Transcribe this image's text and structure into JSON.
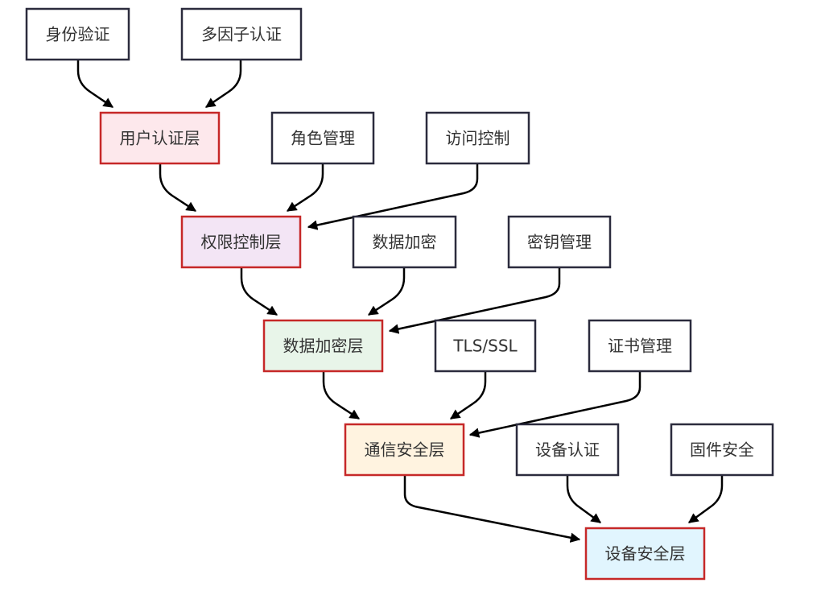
{
  "nodes": {
    "identity_verification": {
      "label": "身份验证",
      "fill": "#ffffff",
      "stroke": "#2b2b3d"
    },
    "mfa": {
      "label": "多因子认证",
      "fill": "#ffffff",
      "stroke": "#2b2b3d"
    },
    "user_auth_layer": {
      "label": "用户认证层",
      "fill": "#fde8ec",
      "stroke": "#c62828"
    },
    "role_management": {
      "label": "角色管理",
      "fill": "#ffffff",
      "stroke": "#2b2b3d"
    },
    "access_control": {
      "label": "访问控制",
      "fill": "#ffffff",
      "stroke": "#2b2b3d"
    },
    "permission_layer": {
      "label": "权限控制层",
      "fill": "#f3e5f5",
      "stroke": "#c62828"
    },
    "data_encryption": {
      "label": "数据加密",
      "fill": "#ffffff",
      "stroke": "#2b2b3d"
    },
    "key_management": {
      "label": "密钥管理",
      "fill": "#ffffff",
      "stroke": "#2b2b3d"
    },
    "encryption_layer": {
      "label": "数据加密层",
      "fill": "#e8f5e9",
      "stroke": "#c62828"
    },
    "tls_ssl": {
      "label": "TLS/SSL",
      "fill": "#ffffff",
      "stroke": "#2b2b3d"
    },
    "cert_management": {
      "label": "证书管理",
      "fill": "#ffffff",
      "stroke": "#2b2b3d"
    },
    "comm_layer": {
      "label": "通信安全层",
      "fill": "#fff3e0",
      "stroke": "#c62828"
    },
    "device_auth": {
      "label": "设备认证",
      "fill": "#ffffff",
      "stroke": "#2b2b3d"
    },
    "firmware_security": {
      "label": "固件安全",
      "fill": "#ffffff",
      "stroke": "#2b2b3d"
    },
    "device_layer": {
      "label": "设备安全层",
      "fill": "#e1f5fe",
      "stroke": "#c62828"
    }
  },
  "edges": [
    {
      "from": "identity_verification",
      "to": "user_auth_layer"
    },
    {
      "from": "mfa",
      "to": "user_auth_layer"
    },
    {
      "from": "user_auth_layer",
      "to": "permission_layer"
    },
    {
      "from": "role_management",
      "to": "permission_layer"
    },
    {
      "from": "access_control",
      "to": "permission_layer"
    },
    {
      "from": "permission_layer",
      "to": "encryption_layer"
    },
    {
      "from": "data_encryption",
      "to": "encryption_layer"
    },
    {
      "from": "key_management",
      "to": "encryption_layer"
    },
    {
      "from": "encryption_layer",
      "to": "comm_layer"
    },
    {
      "from": "tls_ssl",
      "to": "comm_layer"
    },
    {
      "from": "cert_management",
      "to": "comm_layer"
    },
    {
      "from": "comm_layer",
      "to": "device_layer"
    },
    {
      "from": "device_auth",
      "to": "device_layer"
    },
    {
      "from": "firmware_security",
      "to": "device_layer"
    }
  ],
  "colors": {
    "edge": "#000000",
    "text": "#333333",
    "background": "#ffffff"
  }
}
